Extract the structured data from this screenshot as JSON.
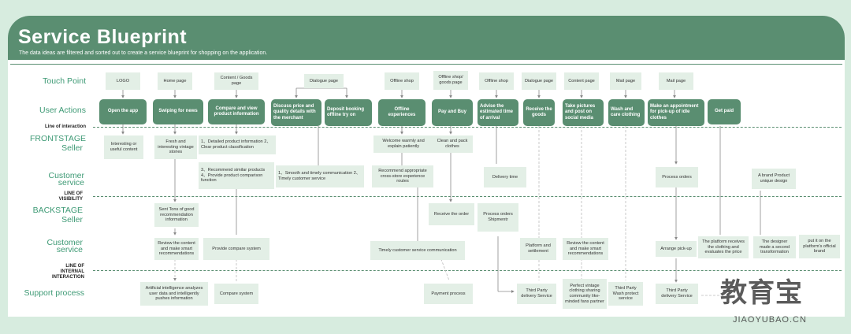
{
  "header": {
    "title": "Service Blueprint",
    "subtitle": "The data ideas are filtered and sorted out to create a service blueprint for shopping on the application."
  },
  "rows": {
    "touch_point": "Touch Point",
    "user_actions": "User Actions",
    "line_interaction": "Line of interaction",
    "frontstage": "FRONTSTAGE",
    "seller_1": "Seller",
    "customer_1": "Customer",
    "service_1": "service",
    "line_visibility_1": "LINE OF",
    "line_visibility_2": "VISIBILITY",
    "backstage": "BACKSTAGE",
    "seller_2": "Seller",
    "customer_2": "Customer",
    "service_2": "service",
    "line_internal_1": "LINE OF",
    "line_internal_2": "INTERNAL",
    "line_internal_3": "INTERACTION",
    "support": "Support process"
  },
  "touch_points": {
    "logo": "LOGO",
    "home": "Home page",
    "content_goods": "Content / Goods page",
    "dialogue_1": "Dialogue page",
    "offline_1": "Offline shop",
    "offline_goods": "Offline shop/ goods page",
    "offline_2": "Offline shop",
    "dialogue_2": "Dialogue page",
    "content": "Content page",
    "mail_1": "Mail page",
    "mail_2": "Mail page"
  },
  "actions": {
    "open_app": "Open the app",
    "swiping": "Swiping for news",
    "compare_view": "Compare and view product information",
    "discuss": "Discuss price and quality details with the merchant",
    "deposit": "Deposit booking offline try on",
    "offline_exp": "Offline experiences",
    "pay_buy": "Pay and Buy",
    "advise": "Advise the estimated time of arrival",
    "receive": "Receive the goods",
    "take_pictures": "Take pictures and post on social media",
    "wash": "Wash and care clothing",
    "appointment": "Make an appointment for pick-up of idle clothes",
    "get_paid": "Get paid"
  },
  "frontstage_seller": {
    "interesting": "Interesting or useful content",
    "fresh": "Fresh and interesting vintage stories",
    "detailed": "1、Detailed product information 2、Clear product classification",
    "welcome": "Welcome warmly and explain patiently",
    "clean": "Clean and pack clothes"
  },
  "customer_service_1": {
    "recommend": "3、Recommend similar products 4、Provide product comparison function",
    "smooth": "1、Smooth and timely communication 2、Timely customer service",
    "recommend_routes": "Recommend appropriate cross-store experience routes",
    "delivery": "Delivery time",
    "process_orders": "Process orders",
    "brand": "A brand Product unique design"
  },
  "backstage_seller": {
    "sent_tons": "Sent Tons of good recommendation information",
    "receive_order": "Receive the order",
    "process_shipment": "Process orders Shipmentr"
  },
  "customer_service_2": {
    "review_1": "Review the content and make smart recommendations",
    "compare_system": "Provide compare system",
    "timely_comm": "Timely customer service communication",
    "platform_settlement": "Platform and settlement",
    "review_2": "Review the content and make smart recommendations",
    "arrange_pickup": "Arrange pick-up",
    "platform_receives": "The platform receives the clothing and evaluates the price",
    "designer": "The designer made a second transformation",
    "put_it": "put it on the platform's official brand"
  },
  "support": {
    "ai": "Artificial intelligence analyzes user data and intelligently pushes information",
    "compare": "Compare system",
    "payment": "Payment process",
    "third_party_delivery": "Third Party delivery Service",
    "perfect": "Perfect vintage clothing sharing community like-minded fans partner",
    "wash_protect": "Third Party Wash protect service",
    "third_party_delivery_2": "Third Party delivery Service"
  },
  "watermark": {
    "main": "教育宝",
    "sub": "JIAOYUBAO.CN"
  },
  "colors": {
    "background": "#d7ecdf",
    "header": "#5a8e71",
    "action": "#5a8e71",
    "box": "#e3efe6",
    "label": "#3e9a75"
  }
}
